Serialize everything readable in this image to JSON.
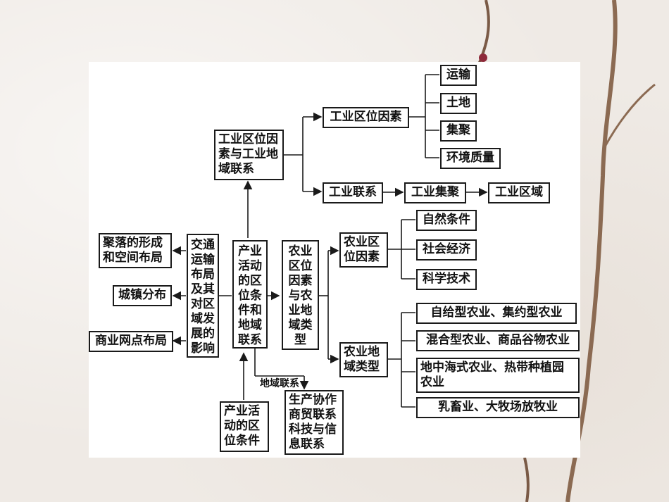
{
  "nodes": {
    "central": "产业\n活动\n的区\n位条\n件和\n地域\n联系",
    "industry_main": "工业区位因\n素与工业地\n域联系",
    "industry_factors": "工业区位因素",
    "ind_transport": "运输",
    "ind_land": "土地",
    "ind_cluster": "集聚",
    "ind_env": "环境质量",
    "industry_link": "工业联系",
    "industry_agglom": "工业集聚",
    "industry_region": "工业区域",
    "agri_main": "农业\n区位\n因素\n与农\n业地\n域类\n型",
    "agri_factors": "农业区\n位因素",
    "agri_nature": "自然条件",
    "agri_social": "社会经济",
    "agri_tech": "科学技术",
    "agri_types": "农业地\n域类型",
    "type1": "自给型农业、集约型农业",
    "type2": "混合型农业、商品谷物农业",
    "type3": "地中海式农业、热带种植园\n农业",
    "type4": "乳畜业、大牧场放牧业",
    "transport": "交通\n运输\n布局\n及其\n对区\n域发\n展的\n影响",
    "settlement": "聚落的形成\n和空间布局",
    "town": "城镇分布",
    "commerce": "商业网点布局",
    "location_cond": "产业活\n动的区\n位条件",
    "regional_link_label": "地域联系",
    "links": "生产协作\n商贸联系\n科技与信\n息联系"
  }
}
